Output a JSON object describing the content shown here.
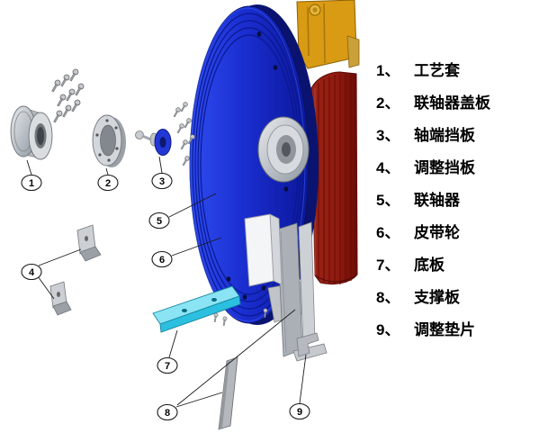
{
  "legend": {
    "items": [
      {
        "num": "1、",
        "label": "工艺套"
      },
      {
        "num": "2、",
        "label": "联轴器盖板"
      },
      {
        "num": "3、",
        "label": "轴端挡板"
      },
      {
        "num": "4、",
        "label": "调整挡板"
      },
      {
        "num": "5、",
        "label": "联轴器"
      },
      {
        "num": "6、",
        "label": "皮带轮"
      },
      {
        "num": "7、",
        "label": "底板"
      },
      {
        "num": "8、",
        "label": "支撑板"
      },
      {
        "num": "9、",
        "label": "调整垫片"
      }
    ]
  },
  "balloons": [
    {
      "label": "1"
    },
    {
      "label": "2"
    },
    {
      "label": "3"
    },
    {
      "label": "4"
    },
    {
      "label": "5"
    },
    {
      "label": "6"
    },
    {
      "label": "7"
    },
    {
      "label": "8"
    },
    {
      "label": "9"
    }
  ],
  "colors": {
    "pulley_blue": "#1a2ed0",
    "motor_red": "#8e1a10",
    "plate_cyan": "#2cc0e0",
    "bracket_orange": "#d99a14"
  }
}
